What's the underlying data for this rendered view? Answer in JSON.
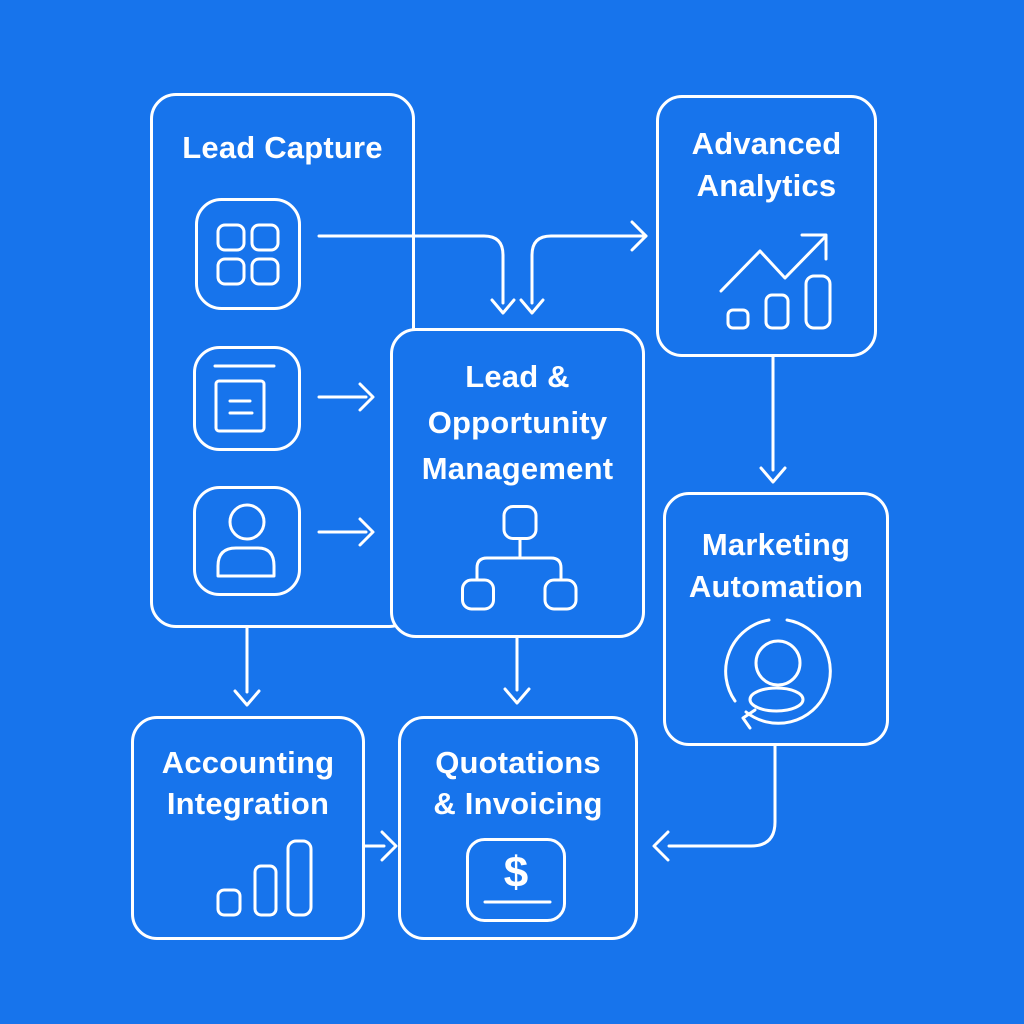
{
  "diagram": {
    "colors": {
      "background": "#1774EC",
      "line": "#FFFFFF"
    },
    "nodes": {
      "lead_capture": {
        "title": "Lead Capture",
        "icons": [
          "grid-icon",
          "form-document-icon",
          "contact-person-icon"
        ]
      },
      "advanced_analytics": {
        "line1": "Advanced",
        "line2": "Analytics",
        "icon": "trend-up-chart-icon"
      },
      "lead_opportunity_management": {
        "line1": "Lead &",
        "line2": "Opportunity",
        "line3": "Management",
        "icon": "hierarchy-icon"
      },
      "marketing_automation": {
        "line1": "Marketing",
        "line2": "Automation",
        "icon": "person-sync-icon"
      },
      "accounting_integration": {
        "line1": "Accounting",
        "line2": "Integration",
        "icon": "bar-chart-icon"
      },
      "quotations_invoicing": {
        "line1": "Quotations",
        "line2": "& Invoicing",
        "icon": "dollar-receipt-icon",
        "dollar_glyph": "$"
      }
    },
    "edges": [
      {
        "from": "lead_capture",
        "via": "grid-icon",
        "to": "lead_opportunity_management"
      },
      {
        "from": "lead_capture",
        "via": "grid-icon",
        "to": "advanced_analytics"
      },
      {
        "from": "lead_capture",
        "via": "form-document-icon",
        "to": "lead_opportunity_management"
      },
      {
        "from": "lead_capture",
        "via": "contact-person-icon",
        "to": "lead_opportunity_management"
      },
      {
        "from": "advanced_analytics",
        "to": "marketing_automation"
      },
      {
        "from": "lead_capture",
        "to": "accounting_integration"
      },
      {
        "from": "lead_opportunity_management",
        "to": "quotations_invoicing"
      },
      {
        "from": "accounting_integration",
        "to": "quotations_invoicing"
      },
      {
        "from": "marketing_automation",
        "to": "quotations_invoicing"
      }
    ]
  }
}
